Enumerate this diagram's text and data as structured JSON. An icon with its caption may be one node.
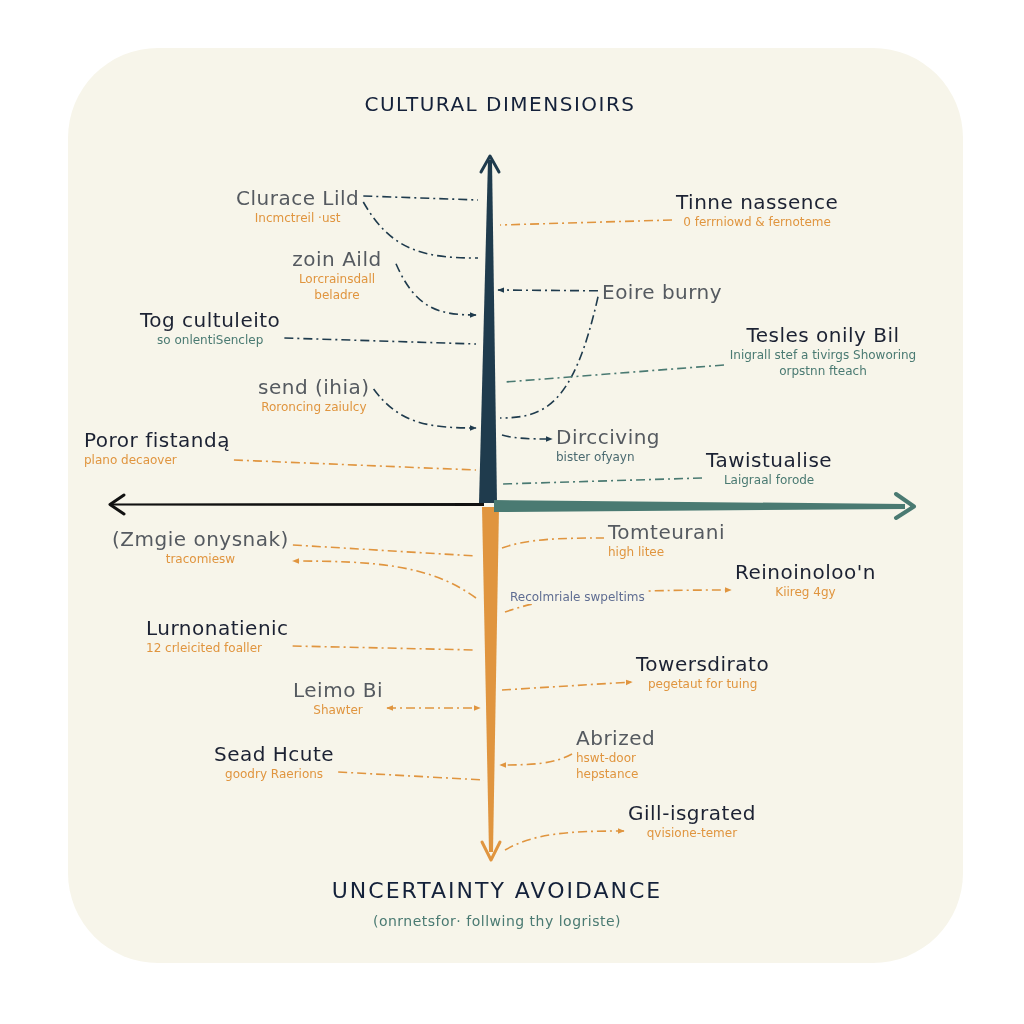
{
  "diagram": {
    "title": "CULTURAL DIMENSIOIRS",
    "nodes": [
      {
        "text": [
          "Clurace Lild",
          "Incmctreil ·ust"
        ]
      },
      {
        "text": [
          "zoin Aild",
          "Lorcrainsdall beladre"
        ]
      },
      {
        "text": [
          "Tog cultuleito",
          "so onlentiSenclep"
        ]
      },
      {
        "text": [
          "send (ihia)",
          "Roroncing zaiulcy"
        ]
      },
      {
        "text": [
          "Poror fistandą",
          "plano decaover"
        ]
      },
      {
        "text": [
          "Tinne nassence",
          "0 ferrniowd & fernoteme"
        ]
      },
      {
        "text": [
          "Eoire burny"
        ]
      },
      {
        "text": [
          "Tesles onily Bil",
          "Inigrall stef a tivirgs Showoring orpstnn fteach"
        ]
      },
      {
        "text": [
          "Dircciving",
          "bister ofyayn"
        ]
      },
      {
        "text": [
          "Tawistualise",
          "Laigraal forode"
        ]
      },
      {
        "text": [
          "(Zmgie onysnak)",
          "tracomiesw"
        ]
      },
      {
        "text": [
          "Lurnonatienic",
          "12 crleicited foaller"
        ]
      },
      {
        "text": [
          "Leimo Bi",
          "Shawter"
        ]
      },
      {
        "text": [
          "Sead Hcute",
          "goodry Raerions"
        ]
      },
      {
        "text": [
          "Tomteurani",
          "high litee"
        ]
      },
      {
        "text": [
          "Reinoinoloo'n",
          "Kiireg 4gy"
        ]
      },
      {
        "text": [
          "Towersdirato",
          "pegetaut for tuing"
        ]
      },
      {
        "text": [
          "Abrized",
          "hswt-door hepstance"
        ]
      },
      {
        "text": [
          "Gill-isgrated",
          "qvisione-temer"
        ]
      }
    ],
    "edges": [
      {
        "from": 0,
        "to": null,
        "arrow": "none",
        "style": "dashed",
        "color": "#1f3b4d"
      },
      {
        "from": 0,
        "to": null,
        "arrow": "none",
        "style": "dashed",
        "color": "#1f3b4d"
      },
      {
        "from": 1,
        "to": null,
        "arrow": "to",
        "style": "dashed",
        "color": "#1f3b4d"
      },
      {
        "from": 2,
        "to": null,
        "arrow": "none",
        "style": "dashed",
        "color": "#1f3b4d"
      },
      {
        "from": 3,
        "to": null,
        "arrow": "to",
        "style": "dashed",
        "color": "#1f3b4d"
      },
      {
        "from": 4,
        "to": null,
        "arrow": "none",
        "style": "dashed"
      },
      {
        "from": 5,
        "to": null,
        "arrow": "none",
        "style": "dashed"
      },
      {
        "from": 6,
        "to": null,
        "arrow": "to",
        "style": "dashed",
        "color": "#1f3b4d"
      },
      {
        "from": 6,
        "to": null,
        "arrow": "none",
        "style": "dashed",
        "color": "#1f3b4d"
      },
      {
        "from": 7,
        "to": null,
        "arrow": "none",
        "style": "dashed",
        "color": "#4a7a72"
      },
      {
        "from": null,
        "to": 8,
        "arrow": "to",
        "style": "dashed",
        "color": "#1f3b4d"
      },
      {
        "from": 9,
        "to": null,
        "arrow": "none",
        "style": "dashed",
        "color": "#4a7a72"
      },
      {
        "from": 10,
        "to": null,
        "arrow": "none",
        "style": "dashed"
      },
      {
        "from": null,
        "to": 10,
        "arrow": "to",
        "style": "dashed"
      },
      {
        "from": 11,
        "to": null,
        "arrow": "none",
        "style": "dashed"
      },
      {
        "from": 12,
        "to": null,
        "arrow": "both",
        "style": "dashed"
      },
      {
        "from": 13,
        "to": null,
        "arrow": "none",
        "style": "dashed"
      },
      {
        "from": null,
        "to": 14,
        "arrow": "none",
        "style": "dashed"
      },
      {
        "from": null,
        "to": 15,
        "arrow": "to",
        "style": "dashed",
        "label": "Recolmriale swpeltims"
      },
      {
        "from": null,
        "to": 16,
        "arrow": "to",
        "style": "dashed"
      },
      {
        "from": 17,
        "to": null,
        "arrow": "to",
        "style": "dashed"
      },
      {
        "from": null,
        "to": 18,
        "arrow": "to",
        "style": "dashed"
      }
    ],
    "labels": [
      "UNCERTAINTY AVOIDANCE",
      "(onrnetsfor· follwing thy logriste)"
    ]
  }
}
